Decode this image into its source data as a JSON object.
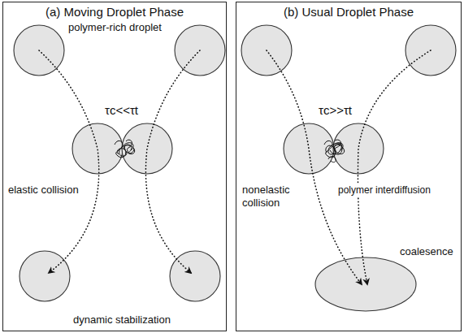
{
  "diagram": {
    "nodes": [
      {
        "text": [
          "(a) Moving Droplet Phase"
        ]
      },
      {
        "text": [
          "(b) Usual Droplet Phase"
        ]
      }
    ],
    "labels": [
      "polymer-rich droplet",
      "τc<<τt",
      "elastic collision",
      "dynamic stabilization",
      "τc>>τt",
      "nonelastic collision",
      "polymer interdiffusion",
      "coalesence"
    ]
  }
}
